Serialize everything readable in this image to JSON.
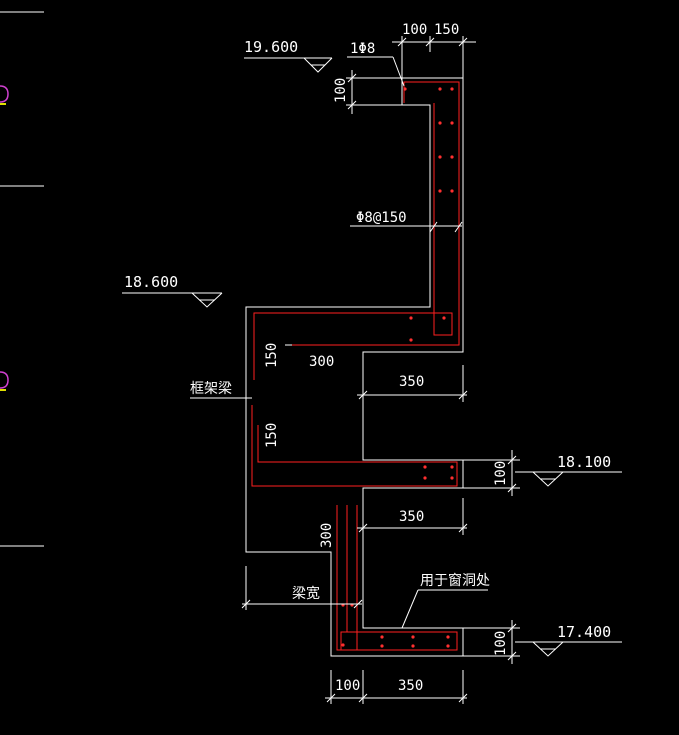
{
  "elevations": {
    "e19600": "19.600",
    "e18600": "18.600",
    "e18100": "18.100",
    "e17400": "17.400"
  },
  "rebar_labels": {
    "top_bar": "1Φ8",
    "stirrup": "Φ8@150"
  },
  "dimensions": {
    "top_100": "100",
    "top_150": "150",
    "upper_hook_100": "100",
    "mid_150_a": "150",
    "mid_300": "300",
    "mid_350_a": "350",
    "mid_150_b": "150",
    "right_100_a": "100",
    "mid_350_b": "350",
    "low_300": "300",
    "right_100_b": "100",
    "bottom_100": "100",
    "bottom_350": "350"
  },
  "annotations": {
    "frame_beam": "框架梁",
    "beam_width": "梁宽",
    "window_opening": "用于窗洞处"
  },
  "colors": {
    "background": "#000000",
    "outline": "#ffffff",
    "rebar": "#ff2020",
    "left_marker": "#d040d0"
  }
}
